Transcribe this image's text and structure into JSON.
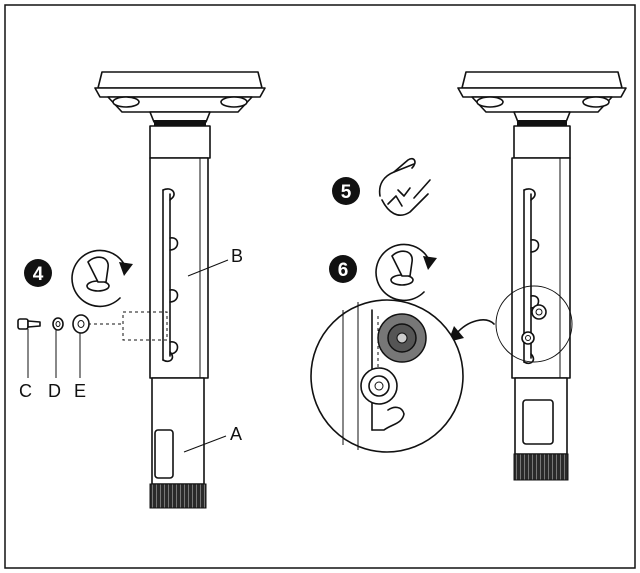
{
  "labels": {
    "a": "A",
    "b": "B",
    "c": "C",
    "d": "D",
    "e": "E"
  },
  "steps": {
    "step4": "4",
    "step5": "5",
    "step6": "6"
  },
  "colors": {
    "ink": "#111111",
    "paper": "#ffffff",
    "thread": "#2a2a2a"
  }
}
